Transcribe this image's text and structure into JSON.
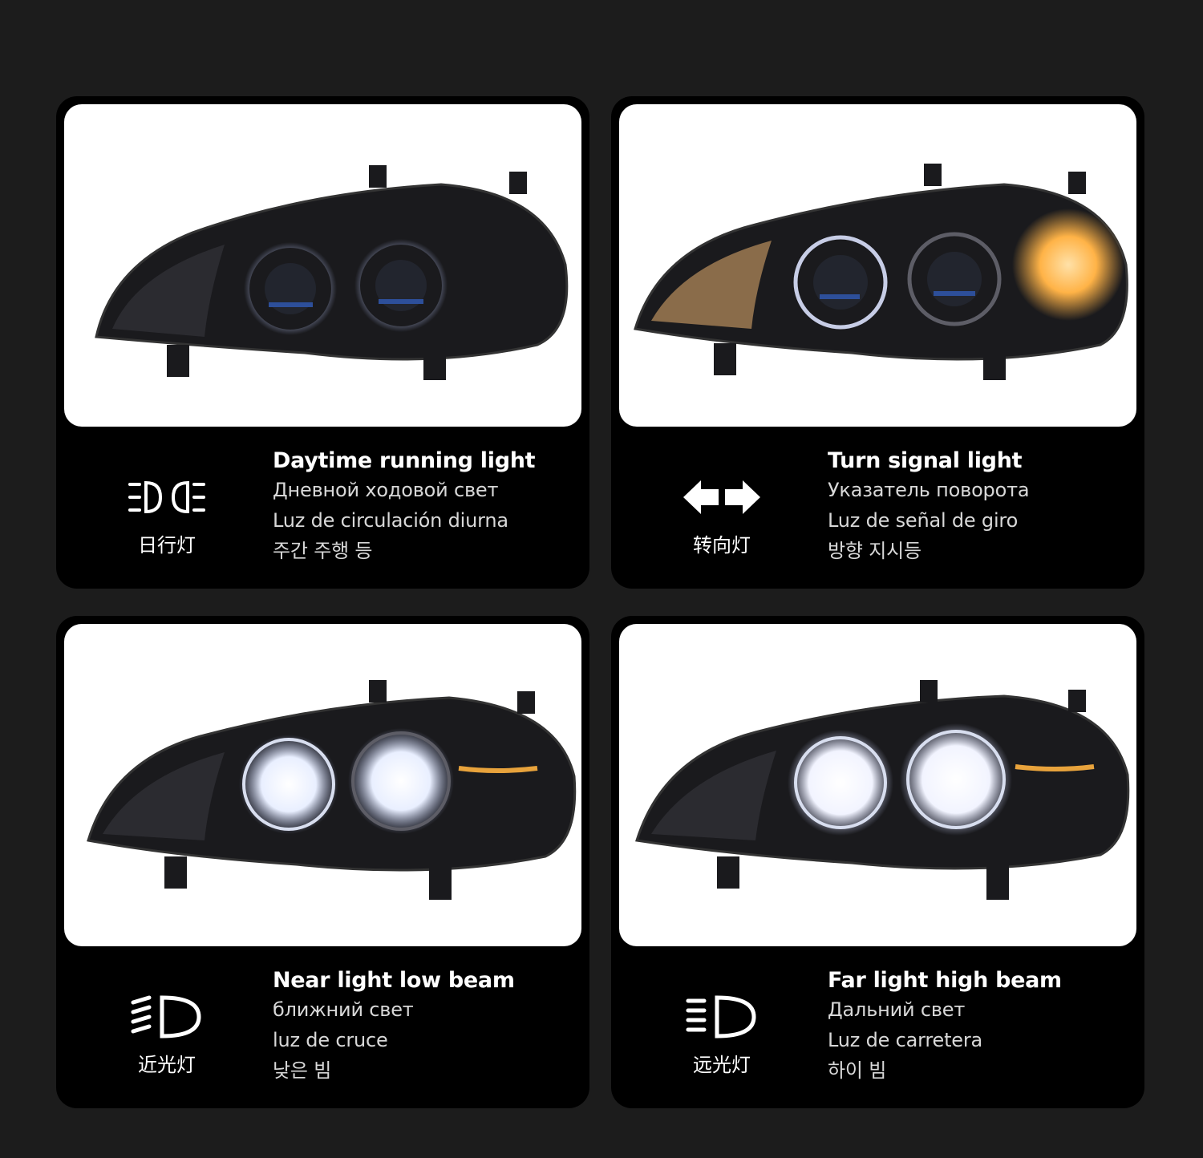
{
  "panels": [
    {
      "key": "drl",
      "icon": "daytime-running-light-icon",
      "icon_label": "日行灯",
      "title": "Daytime running light",
      "lines": [
        "Дневной ходовой свет",
        "Luz de circulación diurna",
        "주간 주행 등"
      ],
      "glow_color": "#e8eeff",
      "accent_color": "#2d4f9a"
    },
    {
      "key": "turn",
      "icon": "turn-signal-arrows-icon",
      "icon_label": "转向灯",
      "title": "Turn signal light",
      "lines": [
        "Указатель поворота",
        "Luz de señal de giro",
        "방향 지시등"
      ],
      "glow_color": "#ffb347",
      "accent_color": "#2d4f9a"
    },
    {
      "key": "low",
      "icon": "low-beam-icon",
      "icon_label": "近光灯",
      "title": "Near light low beam",
      "lines": [
        "ближний свет",
        "luz de cruce",
        "낮은 빔"
      ],
      "glow_color": "#ffffff",
      "accent_color": "#e8a33c"
    },
    {
      "key": "high",
      "icon": "high-beam-icon",
      "icon_label": "远光灯",
      "title": "Far light high beam",
      "lines": [
        "Дальний свет",
        "Luz de carretera",
        "하이 빔"
      ],
      "glow_color": "#ffffff",
      "accent_color": "#e8a33c"
    }
  ]
}
